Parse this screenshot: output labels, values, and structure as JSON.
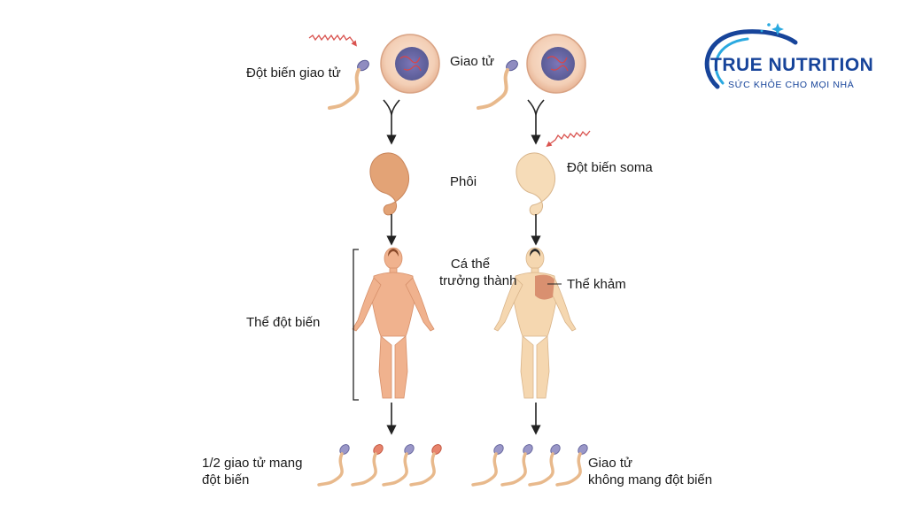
{
  "logo": {
    "title": "TRUE NUTRITION",
    "subtitle": "SỨC KHỎE CHO MỌI NHÀ",
    "brand_color": "#17449a",
    "accent_color": "#2aa9e0"
  },
  "labels": {
    "germline_mutation": "Đột biến giao tử",
    "gamete": "Giao tử",
    "embryo": "Phôi",
    "somatic_mutation": "Đột biến soma",
    "adult_line1": "Cá thể",
    "adult_line2": "trưởng thành",
    "mosaic": "Thể khảm",
    "mutant": "Thể đột biến",
    "half_gametes_line1": "1/2 giao tử mang",
    "half_gametes_line2": "đột biến",
    "gametes_none_line1": "Giao tử",
    "gametes_none_line2": "không mang đột biến"
  },
  "colors": {
    "cell": "#f3cfb6",
    "nucleus": "#6d6fa8",
    "skin": "#f0b28e",
    "skin_light": "#f5d7b0",
    "mutation_wave": "#d9534f",
    "arrow": "#222222"
  },
  "icons": [
    "egg-cell-icon",
    "sperm-icon",
    "embryo-icon",
    "human-figure-icon",
    "radiation-wave-icon",
    "arrow-down-icon",
    "fertilization-symbol-icon"
  ]
}
